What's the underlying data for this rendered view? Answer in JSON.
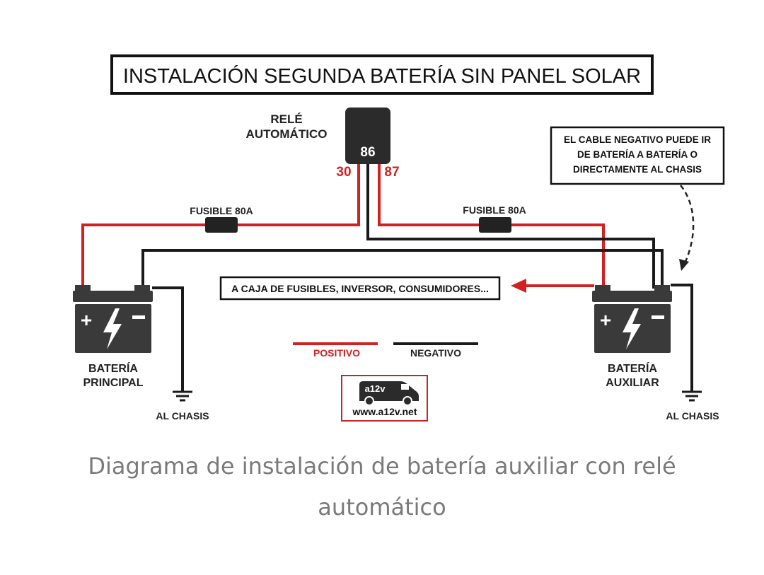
{
  "diagram": {
    "title": "INSTALACIÓN SEGUNDA BATERÍA SIN PANEL SOLAR",
    "relay": {
      "label_line1": "RELÉ",
      "label_line2": "AUTOMÁTICO",
      "terminal_center": "86",
      "terminal_left": "30",
      "terminal_right": "87"
    },
    "fuse_left": "FUSIBLE 80A",
    "fuse_right": "FUSIBLE 80A",
    "note": {
      "line1": "EL CABLE NEGATIVO PUEDE IR",
      "line2": "DE BATERÍA A BATERÍA O",
      "line3": "DIRECTAMENTE AL CHASIS"
    },
    "consumers_label": "A CAJA DE FUSIBLES, INVERSOR, CONSUMIDORES...",
    "legend": {
      "positive": "POSITIVO",
      "negative": "NEGATIVO"
    },
    "battery_main": {
      "line1": "BATERÍA",
      "line2": "PRINCIPAL"
    },
    "battery_aux": {
      "line1": "BATERÍA",
      "line2": "AUXILIAR"
    },
    "ground_left": "AL CHASIS",
    "ground_right": "AL CHASIS",
    "logo": {
      "brand": "a12v",
      "url": "www.a12v.net"
    },
    "colors": {
      "positive": "#d42020",
      "negative": "#1a1a1a",
      "battery": "#3a3a3a"
    }
  },
  "caption": {
    "line1": "Diagrama de instalación de batería auxiliar con relé",
    "line2": "automático"
  }
}
